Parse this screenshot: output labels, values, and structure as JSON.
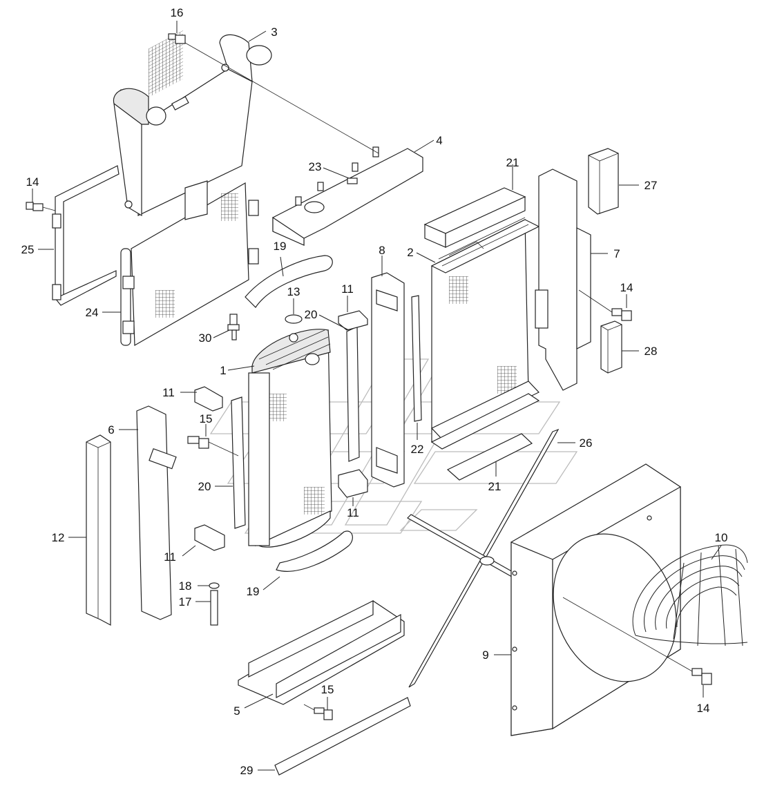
{
  "callouts": [
    {
      "id": "c16a",
      "label": "16"
    },
    {
      "id": "c3",
      "label": "3"
    },
    {
      "id": "c4",
      "label": "4"
    },
    {
      "id": "c21a",
      "label": "21"
    },
    {
      "id": "c27",
      "label": "27"
    },
    {
      "id": "c23",
      "label": "23"
    },
    {
      "id": "c14a",
      "label": "14"
    },
    {
      "id": "c25",
      "label": "25"
    },
    {
      "id": "c19a",
      "label": "19"
    },
    {
      "id": "c8",
      "label": "8"
    },
    {
      "id": "c2",
      "label": "2"
    },
    {
      "id": "c7",
      "label": "7"
    },
    {
      "id": "c14b",
      "label": "14"
    },
    {
      "id": "c11a",
      "label": "11"
    },
    {
      "id": "c13",
      "label": "13"
    },
    {
      "id": "c24",
      "label": "24"
    },
    {
      "id": "c20a",
      "label": "20"
    },
    {
      "id": "c30",
      "label": "30"
    },
    {
      "id": "c28",
      "label": "28"
    },
    {
      "id": "c1",
      "label": "1"
    },
    {
      "id": "c11b",
      "label": "11"
    },
    {
      "id": "c6",
      "label": "6"
    },
    {
      "id": "c15a",
      "label": "15"
    },
    {
      "id": "c26",
      "label": "26"
    },
    {
      "id": "c22",
      "label": "22"
    },
    {
      "id": "c20b",
      "label": "20"
    },
    {
      "id": "c21b",
      "label": "21"
    },
    {
      "id": "c11c",
      "label": "11"
    },
    {
      "id": "c12",
      "label": "12"
    },
    {
      "id": "c10",
      "label": "10"
    },
    {
      "id": "c11d",
      "label": "11"
    },
    {
      "id": "c18",
      "label": "18"
    },
    {
      "id": "c19b",
      "label": "19"
    },
    {
      "id": "c17",
      "label": "17"
    },
    {
      "id": "c9",
      "label": "9"
    },
    {
      "id": "c15b",
      "label": "15"
    },
    {
      "id": "c5",
      "label": "5"
    },
    {
      "id": "c14c",
      "label": "14"
    },
    {
      "id": "c29",
      "label": "29"
    }
  ]
}
